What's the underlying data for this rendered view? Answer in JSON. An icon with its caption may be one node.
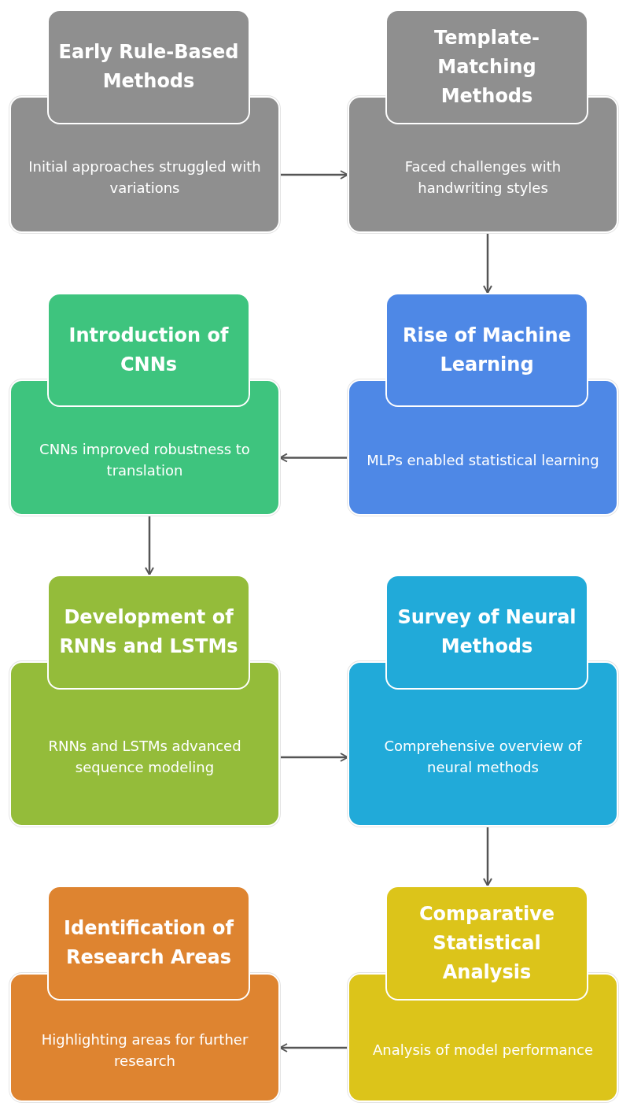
{
  "diagram": {
    "nodes": [
      {
        "text": [
          "Early Rule-Based Methods",
          "Initial approaches struggled with variations"
        ]
      },
      {
        "text": [
          "Template-Matching Methods",
          "Faced challenges with handwriting styles"
        ]
      },
      {
        "text": [
          "Introduction of CNNs",
          "CNNs improved robustness to translation"
        ]
      },
      {
        "text": [
          "Rise of Machine Learning",
          "MLPs enabled statistical learning"
        ]
      },
      {
        "text": [
          "Development of RNNs and LSTMs",
          "RNNs and LSTMs advanced sequence modeling"
        ]
      },
      {
        "text": [
          "Survey of Neural Methods",
          "Comprehensive overview of neural methods"
        ]
      },
      {
        "text": [
          "Identification of Research Areas",
          "Highlighting areas for further research"
        ]
      },
      {
        "text": [
          "Comparative Statistical Analysis",
          "Analysis of model performance"
        ]
      }
    ],
    "edges": [
      {
        "from": 0,
        "to": 1,
        "arrow": "to"
      },
      {
        "from": 1,
        "to": 3,
        "arrow": "to"
      },
      {
        "from": 3,
        "to": 2,
        "arrow": "to"
      },
      {
        "from": 2,
        "to": 4,
        "arrow": "to"
      },
      {
        "from": 4,
        "to": 5,
        "arrow": "to"
      },
      {
        "from": 5,
        "to": 7,
        "arrow": "to"
      },
      {
        "from": 7,
        "to": 6,
        "arrow": "to"
      }
    ]
  }
}
